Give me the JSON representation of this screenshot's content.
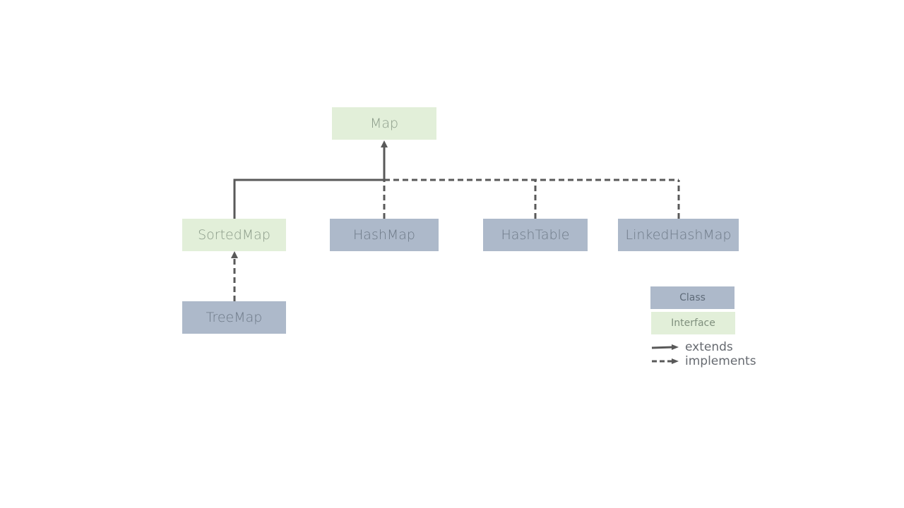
{
  "nodes": {
    "map": "Map",
    "sortedmap": "SortedMap",
    "hashmap": "HashMap",
    "hashtable": "HashTable",
    "linkedhashmap": "LinkedHashMap",
    "treemap": "TreeMap"
  },
  "legend": {
    "class_label": "Class",
    "interface_label": "Interface",
    "extends_label": "extends",
    "implements_label": "implements"
  },
  "colors": {
    "interface_fill": "#e2efd9",
    "class_fill": "#adb9ca",
    "edge": "#595959"
  }
}
